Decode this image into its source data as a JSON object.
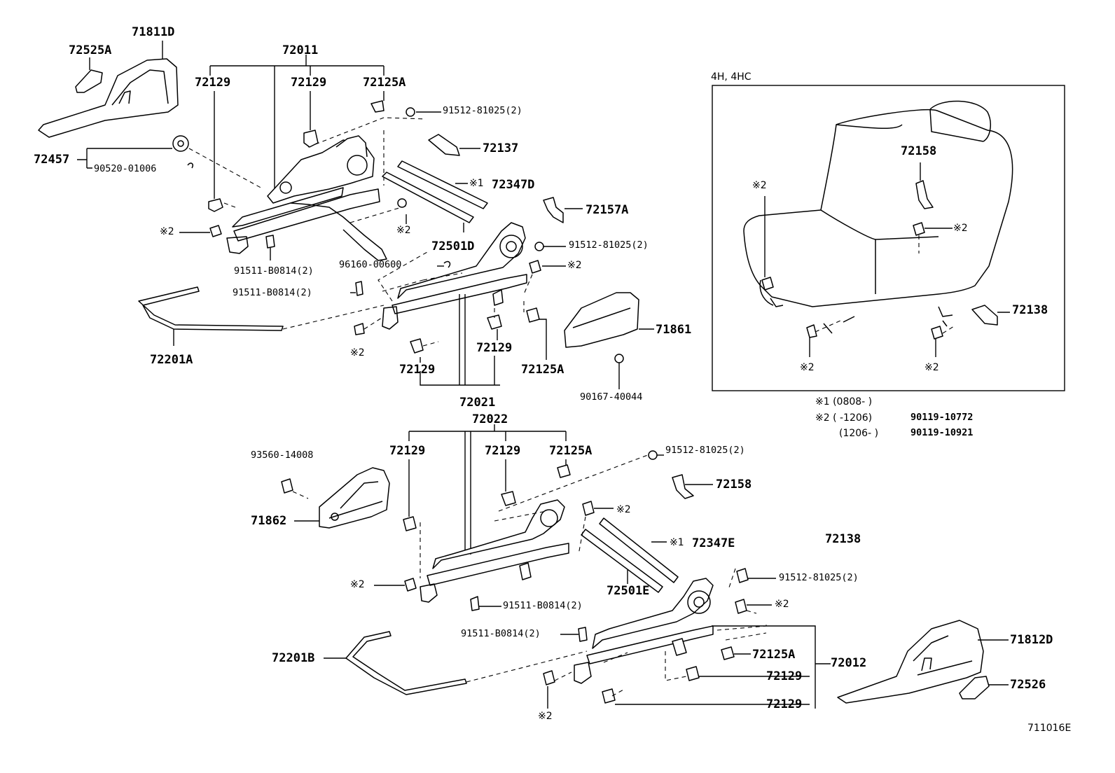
{
  "diagram": {
    "figure_code": "711016E",
    "inset": {
      "title": "4H, 4HC",
      "labels": {
        "part_72158": "72158",
        "part_72138": "72138",
        "mark2_a": "※2",
        "mark2_b": "※2",
        "mark2_c": "※2",
        "mark2_d": "※2"
      }
    },
    "notes": {
      "note1": "※1 (0808-        )",
      "note2_a": "※2 (        -1206)",
      "note2_a_part": "90119-10772",
      "note2_b": "(1206-        )",
      "note2_b_part": "90119-10921"
    },
    "upper_assembly": {
      "part_71811D": "71811D",
      "part_72525A": "72525A",
      "part_72011": "72011",
      "part_72129_a": "72129",
      "part_72129_b": "72129",
      "part_72125A_a": "72125A",
      "bolt_91512_a": "91512-81025(2)",
      "part_72137": "72137",
      "part_72457": "72457",
      "part_90520": "90520-01006",
      "mark1_72347D": "※1",
      "part_72347D": "72347D",
      "part_72157A": "72157A",
      "mark2_a": "※2",
      "mark2_b": "※2",
      "bolt_91511_a": "91511-B0814(2)",
      "part_72501D": "72501D",
      "bolt_91512_b": "91512-81025(2)",
      "part_96160": "96160-00600",
      "mark2_c": "※2",
      "bolt_91511_b": "91511-B0814(2)",
      "part_71861": "71861",
      "mark2_d": "※2",
      "part_72201A": "72201A",
      "part_72129_c": "72129",
      "part_72129_d": "72129",
      "part_72125A_b": "72125A",
      "part_72021": "72021",
      "part_90167": "90167-40044"
    },
    "lower_assembly": {
      "part_72022": "72022",
      "part_93560": "93560-14008",
      "part_72129_a": "72129",
      "part_72129_b": "72129",
      "part_72125A_a": "72125A",
      "bolt_91512_a": "91512-81025(2)",
      "part_72158": "72158",
      "part_71862": "71862",
      "mark2_a": "※2",
      "mark1_72347E": "※1",
      "part_72347E": "72347E",
      "part_72138": "72138",
      "mark2_b": "※2",
      "part_72501E": "72501E",
      "bolt_91512_b": "91512-81025(2)",
      "bolt_91511_a": "91511-B0814(2)",
      "mark2_c": "※2",
      "bolt_91511_b": "91511-B0814(2)",
      "part_71812D": "71812D",
      "part_72201B": "72201B",
      "part_72125A_b": "72125A",
      "part_72012": "72012",
      "part_72129_c": "72129",
      "part_72526": "72526",
      "mark2_d": "※2",
      "part_72129_d": "72129"
    }
  }
}
